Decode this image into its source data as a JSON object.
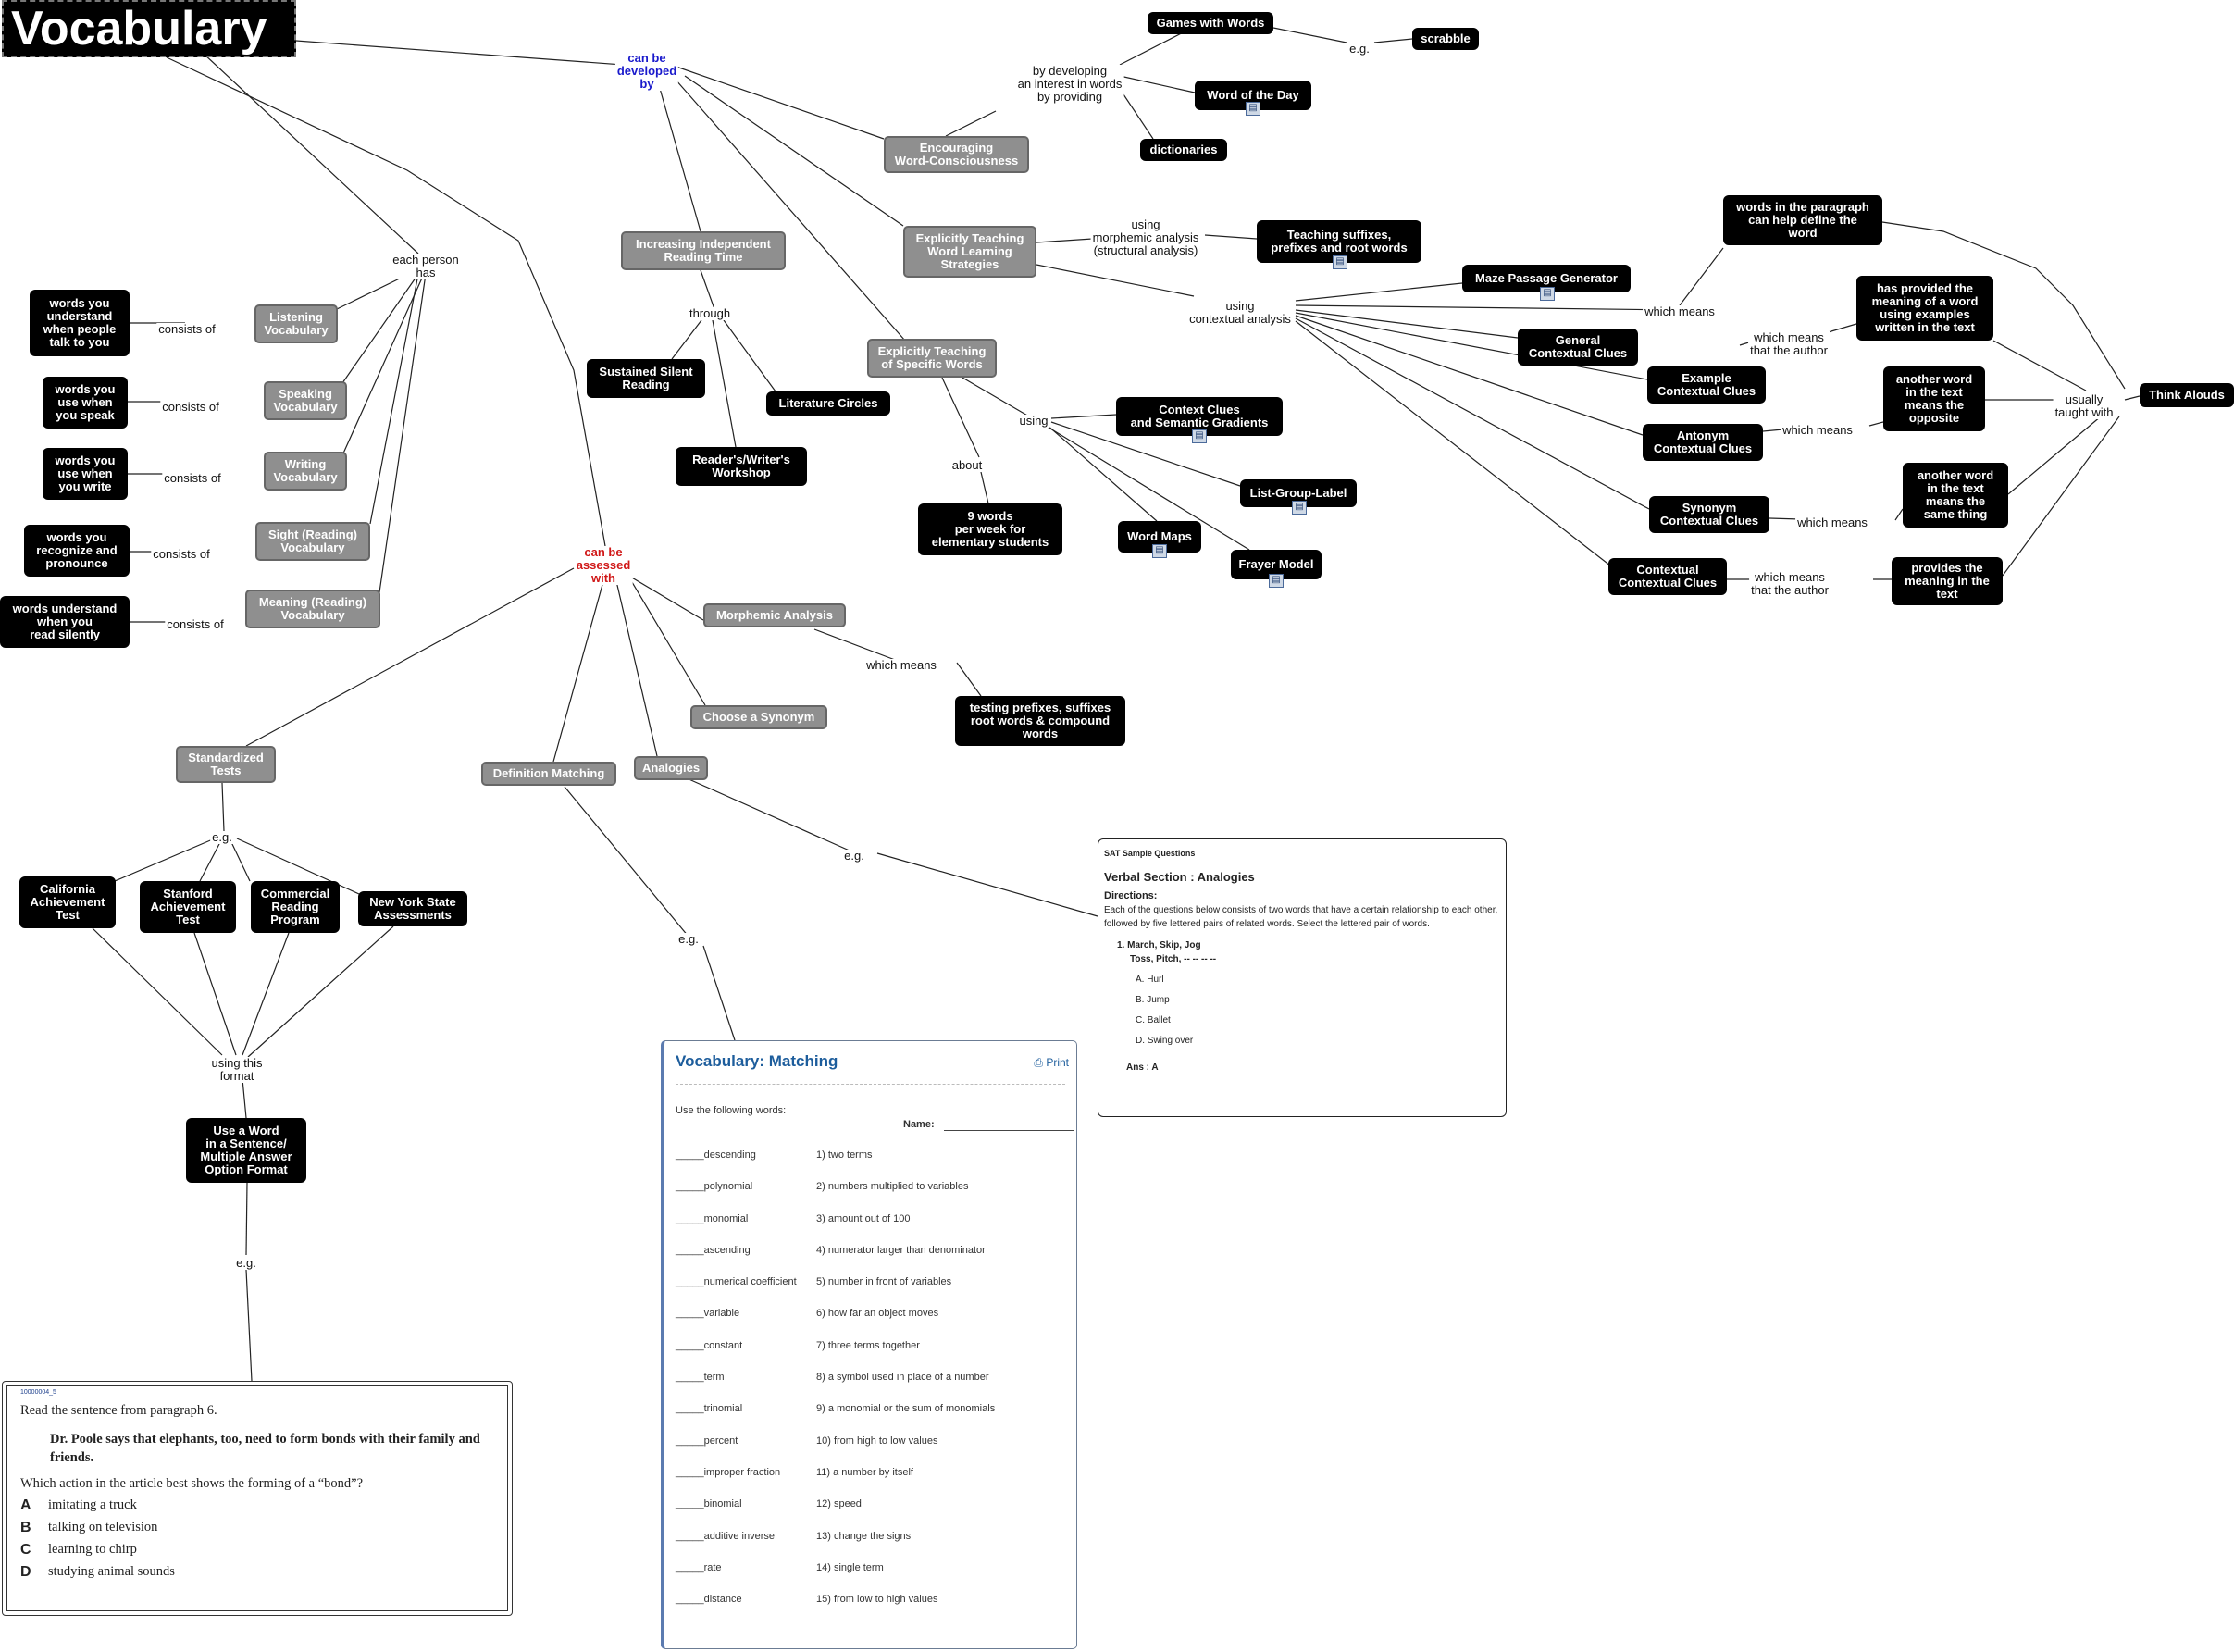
{
  "title": "Vocabulary",
  "nodes": {
    "games": "Games with Words",
    "scrabble": "scrabble",
    "word_of_day": "Word of the Day",
    "dictionaries": "dictionaries",
    "encouraging": "Encouraging\nWord-Consciousness",
    "increasing": "Increasing Independent\nReading Time",
    "explicit_strategies": "Explicitly Teaching\nWord Learning\nStrategies",
    "suffixes": "Teaching suffixes,\nprefixes and root words",
    "maze": "Maze Passage Generator",
    "words_paragraph": "words in the paragraph\ncan help define the\nword",
    "provided_meaning": "has provided the\nmeaning of a word\nusing examples\nwritten in the text",
    "general": "General\nContextual Clues",
    "example": "Example\nContextual Clues",
    "another_opposite": "another word\nin the text\nmeans the\nopposite",
    "antonym": "Antonym\nContextual Clues",
    "think_alouds": "Think Alouds",
    "another_same": "another word\nin the text\nmeans the\nsame thing",
    "synonym": "Synonym\nContextual Clues",
    "contextual": "Contextual\nContextual Clues",
    "provides_meaning": "provides the\nmeaning in the\ntext",
    "explicit_specific": "Explicitly Teaching\nof Specific Words",
    "context_clues": "Context Clues\nand Semantic Gradients",
    "list_group": "List-Group-Label",
    "word_maps": "Word Maps",
    "frayer": "Frayer Model",
    "nine_words": "9 words\nper week for\nelementary students",
    "sustained": "Sustained Silent\nReading",
    "lit_circles": "Literature Circles",
    "workshop": "Reader's/Writer's\nWorkshop",
    "listening": "Listening\nVocabulary",
    "speaking": "Speaking\nVocabulary",
    "writing": "Writing\nVocabulary",
    "sight": "Sight (Reading)\nVocabulary",
    "meaning": "Meaning (Reading)\nVocabulary",
    "w_understand": "words you\nunderstand\nwhen people\ntalk to you",
    "w_speak": "words you\nuse when\nyou speak",
    "w_write": "words you\nuse when\nyou write",
    "w_recognize": "words you\nrecognize and\npronounce",
    "w_silently": "words understand\nwhen you\nread silently",
    "morphemic": "Morphemic Analysis",
    "testing": "testing prefixes, suffixes\nroot words & compound\nwords",
    "synonym_choose": "Choose a Synonym",
    "analogies": "Analogies",
    "definition": "Definition Matching",
    "standardized": "Standardized\nTests",
    "california": "California\nAchievement\nTest",
    "stanford": "Stanford\nAchievement\nTest",
    "commercial": "Commercial\nReading\nProgram",
    "nys": "New York State\nAssessments",
    "use_word": "Use a Word\nin a Sentence/\nMultiple Answer\nOption Format"
  },
  "labels": {
    "can_be_developed": "can be\ndeveloped\nby",
    "by_developing": "by developing\nan interest in words\nby providing",
    "eg1": "e.g.",
    "using_morph": "using\nmorphemic analysis\n(structural analysis)",
    "using_context": "using\ncontextual analysis",
    "which_means1": "which means",
    "which_means_author1": "which means\nthat the author",
    "which_means2": "which means",
    "which_means3": "which means",
    "which_means_author2": "which means\nthat the author",
    "usually": "usually\ntaught with",
    "using2": "using",
    "about": "about",
    "through": "through",
    "each_person": "each person\nhas",
    "consists1": "consists of",
    "consists2": "consists of",
    "consists3": "consists of",
    "consists4": "consists of",
    "consists5": "consists of",
    "can_be_assessed": "can be\nassessed\nwith",
    "which_means_morph": "which means",
    "eg_analogies": "e.g.",
    "eg_definition": "e.g.",
    "eg_standardized": "e.g.",
    "using_format": "using this\nformat",
    "eg_bottom": "e.g."
  },
  "sat": {
    "header": "SAT Sample Questions",
    "section": "Verbal Section : Analogies",
    "directions_title": "Directions:",
    "directions": "Each of the questions below consists of two words that have a certain relationship to each other, followed by five lettered pairs of related words. Select the lettered pair of words.",
    "question": "1.  March, Skip, Jog",
    "question2": "Toss, Pitch, -- -- -- --",
    "options": [
      "A.  Hurl",
      "B.  Jump",
      "C.  Ballet",
      "D.  Swing over"
    ],
    "answer": "Ans : A"
  },
  "matching": {
    "title": "Vocabulary: Matching",
    "print": "Print",
    "instruction": "Use the following words:",
    "name_label": "Name:",
    "rows": [
      [
        "_____descending",
        "1) two terms"
      ],
      [
        "_____polynomial",
        "2) numbers multiplied to variables"
      ],
      [
        "_____monomial",
        "3) amount out of 100"
      ],
      [
        "_____ascending",
        "4) numerator larger than denominator"
      ],
      [
        "_____numerical coefficient",
        "5) number in front of variables"
      ],
      [
        "_____variable",
        "6) how far an object moves"
      ],
      [
        "_____constant",
        "7) three terms together"
      ],
      [
        "_____term",
        "8) a symbol used in place of a number"
      ],
      [
        "_____trinomial",
        "9) a monomial or the sum of monomials"
      ],
      [
        "_____percent",
        "10) from high to low values"
      ],
      [
        "_____improper fraction",
        "11) a number by itself"
      ],
      [
        "_____binomial",
        "12) speed"
      ],
      [
        "_____additive inverse",
        "13) change the signs"
      ],
      [
        "_____rate",
        "14) single term"
      ],
      [
        "_____distance",
        "15) from low to high values"
      ]
    ]
  },
  "test_item": {
    "id": "10000004_5",
    "prompt": "Read the sentence from paragraph 6.",
    "quote": "Dr. Poole says that elephants, too, need to form bonds with their family and friends.",
    "question": "Which action in the article best shows the forming of a “bond”?",
    "options": [
      {
        "letter": "A",
        "text": "imitating a truck"
      },
      {
        "letter": "B",
        "text": "talking on television"
      },
      {
        "letter": "C",
        "text": "learning to chirp"
      },
      {
        "letter": "D",
        "text": "studying animal sounds"
      }
    ]
  }
}
